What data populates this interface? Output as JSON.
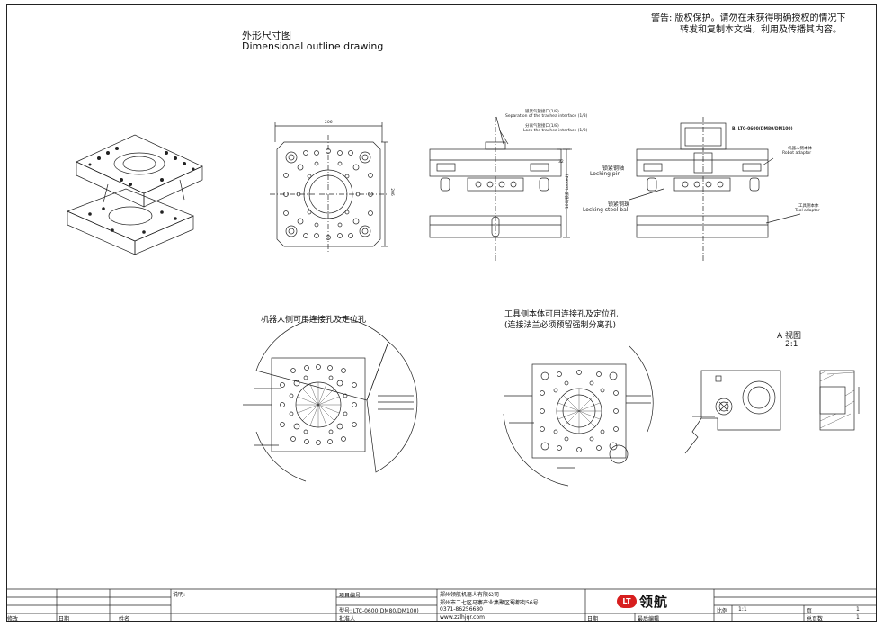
{
  "header": {
    "warning_line1": "警告:   版权保护。请勿在未获得明确授权的情况下",
    "warning_line2": "转发和复制本文档，利用及传播其内容。",
    "title_cn": "外形尺寸图",
    "title_en": "Dimensional outline drawing"
  },
  "side_view_labels": {
    "separation_cn": "锁紧气管接口(1/8)",
    "separation_en": "Separation of the trachea interface (1/8)",
    "lock_cn": "分离气管接口(1/8)",
    "lock_en": "Lock the trachea interface (1/8)",
    "locking_pin_cn": "锁紧钢轴",
    "locking_pin_en": "Locking pin",
    "locking_ball_cn": "锁紧钢珠",
    "locking_ball_en": "Locking steel ball",
    "robot_adaptor_cn": "机器人侧本体",
    "robot_adaptor_en": "Robot adaptor",
    "tool_adaptor_cn": "工具侧本体",
    "tool_adaptor_en": "Tool adaptor",
    "model_ref": "B. LTC-0600(DM80/DM100)"
  },
  "dimensions": {
    "width": "206",
    "height": "206",
    "side_height": "100(锁紧 Locked)",
    "left_dim": "32"
  },
  "sections": {
    "robot_side": "机器人侧可用连接孔及定位孔",
    "tool_side_line1": "工具侧本体可用连接孔及定位孔",
    "tool_side_line2": "(连接法兰必须预留强制分离孔)",
    "view_a_title": "A 视图",
    "view_a_scale": "2:1"
  },
  "title_block": {
    "description_label": "说明:",
    "revise": "修改",
    "date": "日期",
    "name": "姓名",
    "project_no": "项目编号",
    "model": "型号: LTC-0600(DM80/DM100)",
    "approver": "批准人",
    "company": "郑州领航机器人有限公司",
    "address": "郑州市二七区马寨产业集聚区蜀都街56号",
    "phone": "0371-86256680",
    "website": "www.zzlhjqr.com",
    "date2": "日期",
    "latest_edit": "最后编辑",
    "scale_label": "比例",
    "scale_value": "1:1",
    "page_label": "页",
    "page_value": "1",
    "total_label": "总页数",
    "total_value": "1",
    "logo_mark": "LT",
    "logo_name": "领航"
  }
}
